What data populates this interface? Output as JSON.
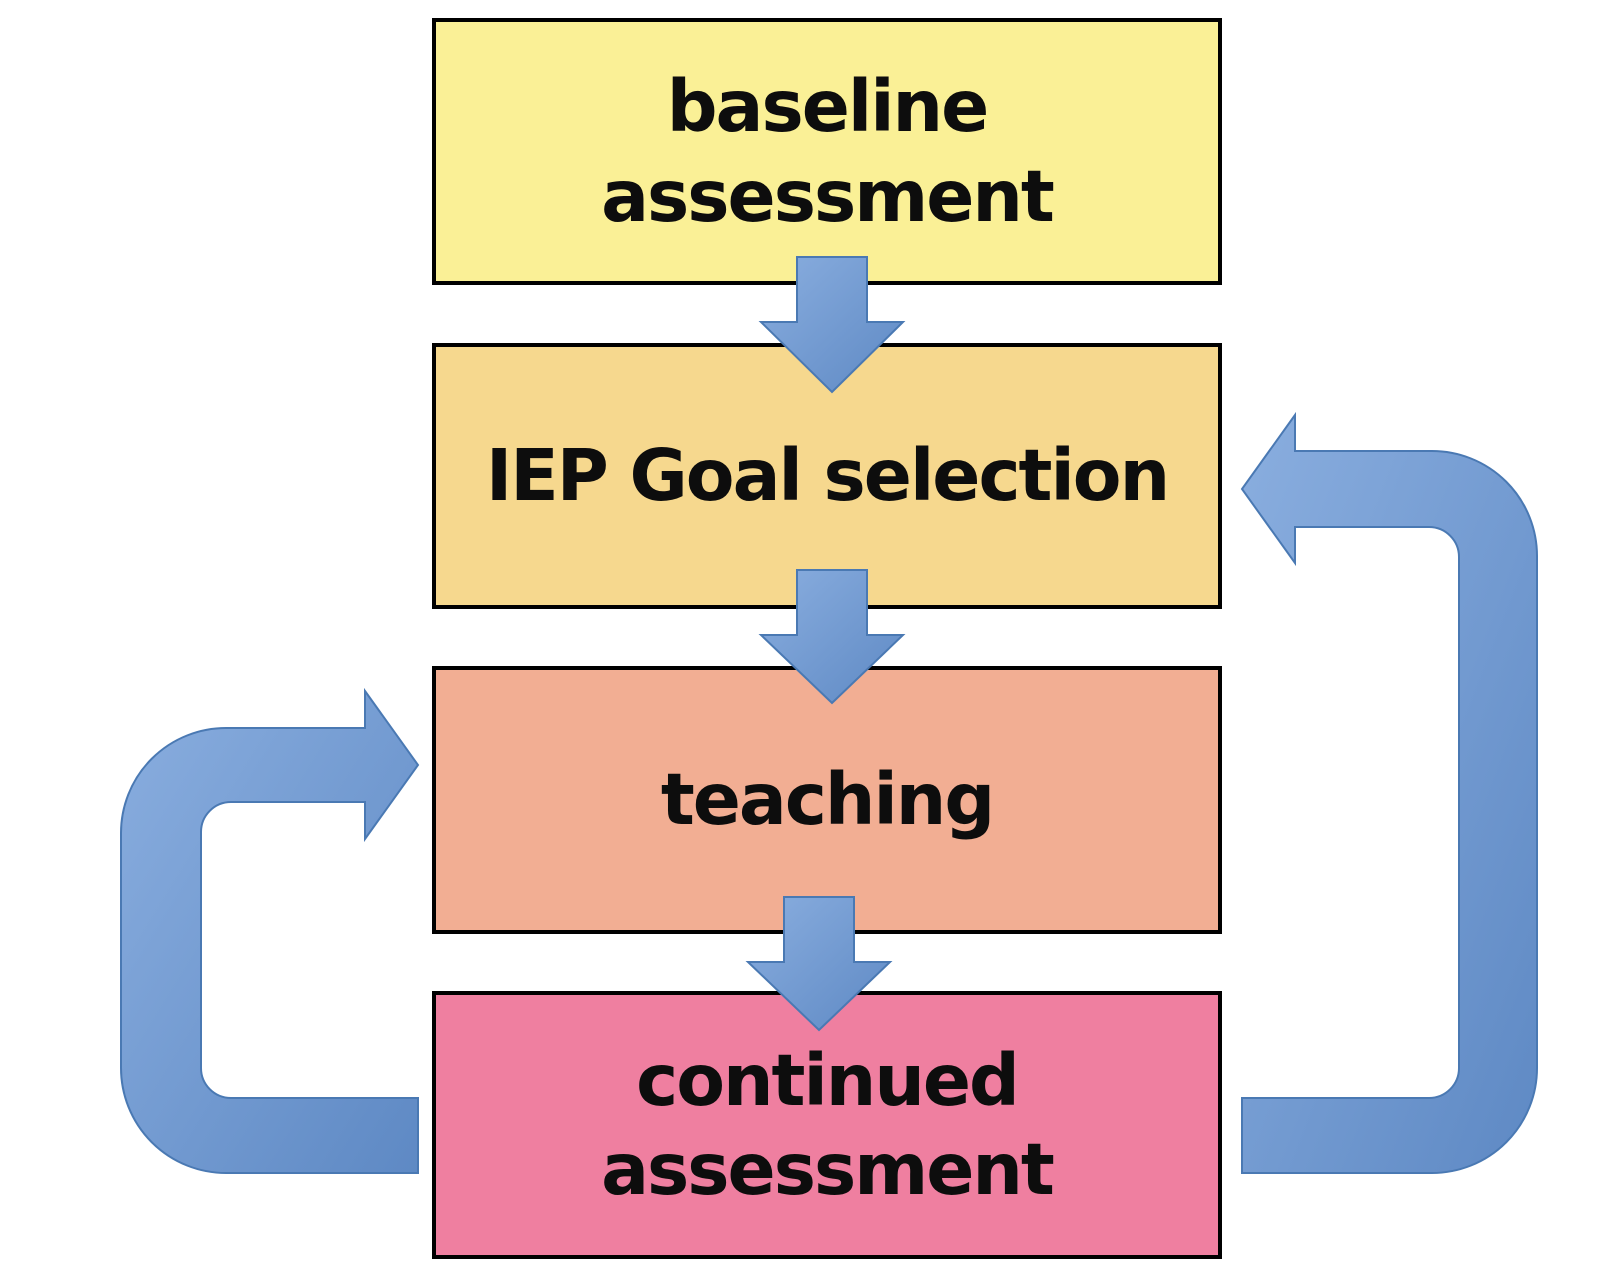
{
  "diagram": {
    "type": "flowchart",
    "boxes": [
      {
        "id": "baseline-assessment",
        "label": "baseline\nassessment",
        "fill": "#FAF096"
      },
      {
        "id": "iep-goal-selection",
        "label": "IEP Goal selection",
        "fill": "#F6D88E"
      },
      {
        "id": "teaching",
        "label": "teaching",
        "fill": "#F2AE93"
      },
      {
        "id": "continued-assessment",
        "label": "continued\nassessment",
        "fill": "#EF7FA0"
      }
    ],
    "arrows": {
      "down": [
        {
          "from": "baseline assessment",
          "to": "IEP Goal selection"
        },
        {
          "from": "IEP Goal selection",
          "to": "teaching"
        },
        {
          "from": "teaching",
          "to": "continued assessment"
        }
      ],
      "loop_right": {
        "from": "continued assessment",
        "to": "IEP Goal selection"
      },
      "loop_left": {
        "from": "continued assessment",
        "to": "teaching"
      },
      "color_light": "#8AAEDF",
      "color_dark": "#5E89C4",
      "outline": "#4A79B3"
    }
  }
}
